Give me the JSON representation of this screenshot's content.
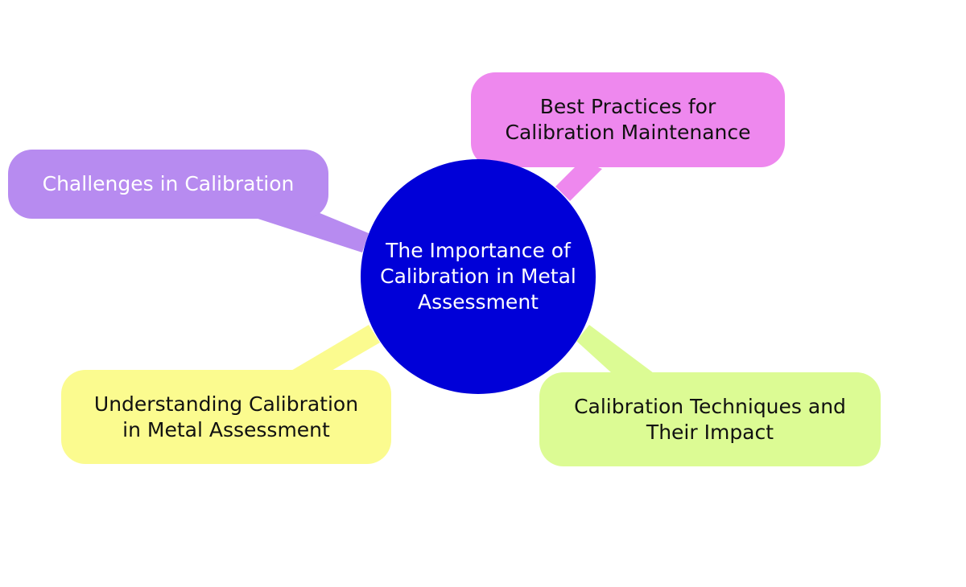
{
  "diagram": {
    "type": "mind-map",
    "center": {
      "label": "The Importance of\nCalibration in Metal\nAssessment",
      "color": "#0000d8"
    },
    "branches": [
      {
        "id": "best-practices",
        "label": "Best Practices for\nCalibration Maintenance",
        "color": "#ee88ee"
      },
      {
        "id": "challenges",
        "label": "Challenges in Calibration",
        "color": "#b78bf0"
      },
      {
        "id": "understanding",
        "label": "Understanding Calibration\nin Metal Assessment",
        "color": "#fbfb8f"
      },
      {
        "id": "techniques",
        "label": "Calibration Techniques and\nTheir Impact",
        "color": "#dcfb94"
      }
    ]
  }
}
